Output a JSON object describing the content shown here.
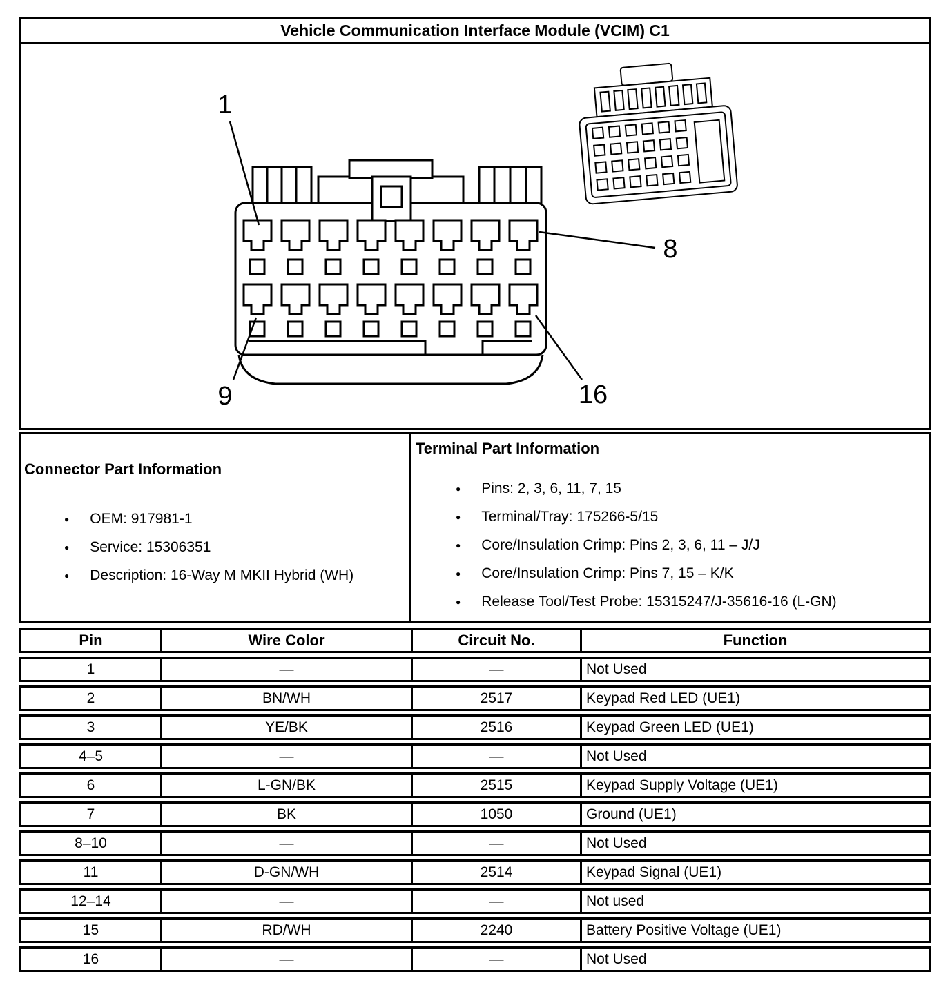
{
  "title": "Vehicle Communication Interface Module (VCIM) C1",
  "diagram": {
    "callouts": {
      "pin1": "1",
      "pin8": "8",
      "pin9": "9",
      "pin16": "16"
    }
  },
  "connector_info": {
    "heading": "Connector Part Information",
    "items": [
      "OEM: 917981-1",
      "Service: 15306351",
      "Description: 16-Way M MKII Hybrid (WH)"
    ]
  },
  "terminal_info": {
    "heading": "Terminal Part Information",
    "items": [
      "Pins: 2, 3, 6, 11, 7, 15",
      "Terminal/Tray: 175266-5/15",
      "Core/Insulation Crimp: Pins 2, 3, 6, 11 – J/J",
      "Core/Insulation Crimp: Pins 7, 15 – K/K",
      "Release Tool/Test Probe: 15315247/J-35616-16 (L-GN)"
    ]
  },
  "pin_table": {
    "headers": [
      "Pin",
      "Wire Color",
      "Circuit No.",
      "Function"
    ],
    "rows": [
      {
        "pin": "1",
        "wire_color": "—",
        "circuit_no": "—",
        "function": "Not Used"
      },
      {
        "pin": "2",
        "wire_color": "BN/WH",
        "circuit_no": "2517",
        "function": "Keypad Red LED (UE1)"
      },
      {
        "pin": "3",
        "wire_color": "YE/BK",
        "circuit_no": "2516",
        "function": "Keypad Green LED (UE1)"
      },
      {
        "pin": "4–5",
        "wire_color": "—",
        "circuit_no": "—",
        "function": "Not Used"
      },
      {
        "pin": "6",
        "wire_color": "L-GN/BK",
        "circuit_no": "2515",
        "function": "Keypad Supply Voltage (UE1)"
      },
      {
        "pin": "7",
        "wire_color": "BK",
        "circuit_no": "1050",
        "function": "Ground (UE1)"
      },
      {
        "pin": "8–10",
        "wire_color": "—",
        "circuit_no": "—",
        "function": "Not Used"
      },
      {
        "pin": "11",
        "wire_color": "D-GN/WH",
        "circuit_no": "2514",
        "function": "Keypad Signal (UE1)"
      },
      {
        "pin": "12–14",
        "wire_color": "—",
        "circuit_no": "—",
        "function": "Not used"
      },
      {
        "pin": "15",
        "wire_color": "RD/WH",
        "circuit_no": "2240",
        "function": "Battery Positive Voltage (UE1)"
      },
      {
        "pin": "16",
        "wire_color": "—",
        "circuit_no": "—",
        "function": "Not Used"
      }
    ]
  }
}
